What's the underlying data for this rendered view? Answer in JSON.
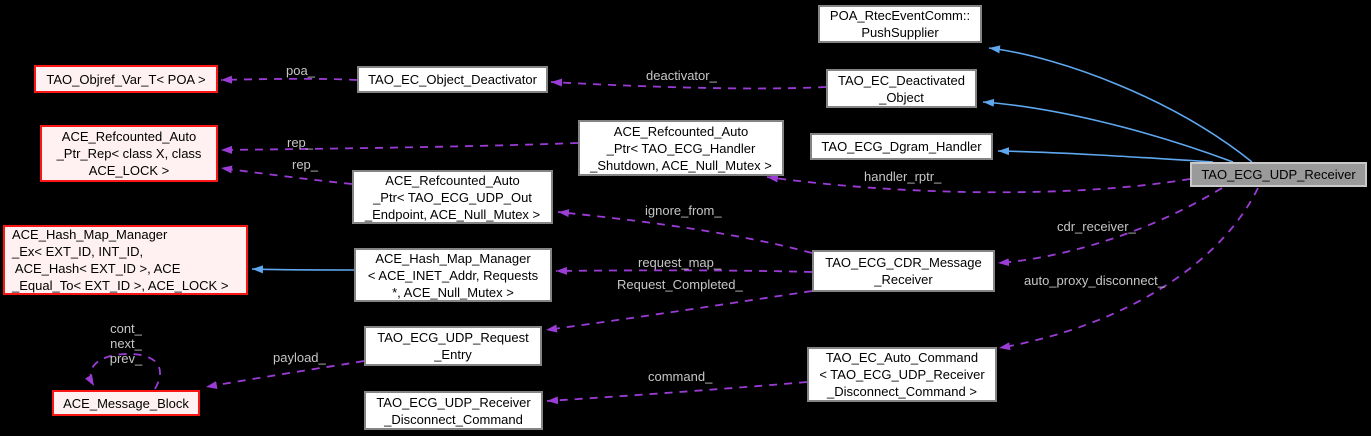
{
  "diagram": {
    "kind": "collaboration-graph",
    "focus_node": "TAO_ECG_UDP_Receiver",
    "background_color": "#000000",
    "usage_edge_color": "#9b3cd6",
    "inheritance_edge_color": "#5fa8f0",
    "edge_label_color": "#c6c6c6",
    "node_fill_white": "#ffffff",
    "node_fill_truncated": "#fff1f1",
    "node_border_truncated": "#fb1616",
    "node_fill_focus": "#9a9a9a"
  },
  "nodes": [
    {
      "id": "tao-objref-var-t",
      "label": "TAO_Objref_Var_T< POA >",
      "variant": "truncated"
    },
    {
      "id": "ace-refcounted-auto-ptr-rep",
      "label": "ACE_Refcounted_Auto\n_Ptr_Rep< class X, class\nACE_LOCK >",
      "variant": "truncated"
    },
    {
      "id": "ace-hash-map-manager-ex",
      "label": "ACE_Hash_Map_Manager\n_Ex< EXT_ID, INT_ID,\n ACE_Hash< EXT_ID >, ACE\n_Equal_To< EXT_ID >, ACE_LOCK >",
      "variant": "truncated"
    },
    {
      "id": "ace-message-block",
      "label": "ACE_Message_Block",
      "variant": "truncated"
    },
    {
      "id": "tao-ec-object-deactivator",
      "label": "TAO_EC_Object_Deactivator",
      "variant": "normal"
    },
    {
      "id": "ace-refcounted-auto-ptr-shutdown",
      "label": "ACE_Refcounted_Auto\n_Ptr< TAO_ECG_Handler\n_Shutdown, ACE_Null_Mutex >",
      "variant": "normal"
    },
    {
      "id": "ace-refcounted-auto-ptr-endpoint",
      "label": "ACE_Refcounted_Auto\n_Ptr< TAO_ECG_UDP_Out\n_Endpoint, ACE_Null_Mutex >",
      "variant": "normal"
    },
    {
      "id": "ace-hash-map-manager-inet",
      "label": "ACE_Hash_Map_Manager\n< ACE_INET_Addr, Requests\n*, ACE_Null_Mutex >",
      "variant": "normal"
    },
    {
      "id": "tao-ecg-udp-request-entry",
      "label": "TAO_ECG_UDP_Request\n_Entry",
      "variant": "normal"
    },
    {
      "id": "tao-ecg-udp-receiver-disconnect",
      "label": "TAO_ECG_UDP_Receiver\n_Disconnect_Command",
      "variant": "normal"
    },
    {
      "id": "poa-rtec-event-comm-push-supplier",
      "label": "POA_RtecEventComm::\nPushSupplier",
      "variant": "normal"
    },
    {
      "id": "tao-ec-deactivated-object",
      "label": "TAO_EC_Deactivated\n_Object",
      "variant": "normal"
    },
    {
      "id": "tao-ecg-dgram-handler",
      "label": "TAO_ECG_Dgram_Handler",
      "variant": "normal"
    },
    {
      "id": "tao-ecg-cdr-message-receiver",
      "label": "TAO_ECG_CDR_Message\n_Receiver",
      "variant": "normal"
    },
    {
      "id": "tao-ecg-udp-receiver",
      "label": "TAO_ECG_UDP_Receiver",
      "variant": "focus"
    },
    {
      "id": "tao-ec-auto-command",
      "label": "TAO_EC_Auto_Command\n< TAO_ECG_UDP_Receiver\n_Disconnect_Command >",
      "variant": "normal"
    }
  ],
  "edges": [
    {
      "from": "tao-ec-object-deactivator",
      "to": "tao-objref-var-t",
      "label": "poa_",
      "style": "dashed-usage"
    },
    {
      "from": "tao-ec-deactivated-object",
      "to": "tao-ec-object-deactivator",
      "label": "deactivator_",
      "style": "dashed-usage"
    },
    {
      "from": "ace-refcounted-auto-ptr-shutdown",
      "to": "ace-refcounted-auto-ptr-rep",
      "label": "rep_",
      "style": "dashed-usage"
    },
    {
      "from": "ace-refcounted-auto-ptr-endpoint",
      "to": "ace-refcounted-auto-ptr-rep",
      "label": "rep_",
      "style": "dashed-usage"
    },
    {
      "from": "tao-ecg-udp-receiver",
      "to": "ace-refcounted-auto-ptr-shutdown",
      "label": "handler_rptr_",
      "style": "dashed-usage"
    },
    {
      "from": "tao-ecg-cdr-message-receiver",
      "to": "ace-refcounted-auto-ptr-endpoint",
      "label": "ignore_from_",
      "style": "dashed-usage"
    },
    {
      "from": "tao-ecg-udp-receiver",
      "to": "tao-ecg-cdr-message-receiver",
      "label": "cdr_receiver_",
      "style": "dashed-usage"
    },
    {
      "from": "tao-ecg-udp-receiver",
      "to": "tao-ec-auto-command",
      "label": "auto_proxy_disconnect_",
      "style": "dashed-usage"
    },
    {
      "from": "tao-ecg-cdr-message-receiver",
      "to": "ace-hash-map-manager-inet",
      "label": "request_map_",
      "style": "dashed-usage"
    },
    {
      "from": "tao-ecg-cdr-message-receiver",
      "to": "tao-ecg-udp-request-entry",
      "label": "Request_Completed_",
      "style": "dashed-usage"
    },
    {
      "from": "tao-ec-auto-command",
      "to": "tao-ecg-udp-receiver-disconnect",
      "label": "command_",
      "style": "dashed-usage"
    },
    {
      "from": "tao-ecg-udp-request-entry",
      "to": "ace-message-block",
      "label": "payload_",
      "style": "dashed-usage"
    },
    {
      "from": "ace-message-block",
      "to": "ace-message-block",
      "label": "cont_\nnext_\nprev_",
      "style": "dashed-usage-self-loop"
    },
    {
      "from": "tao-ecg-udp-receiver",
      "to": "poa-rtec-event-comm-push-supplier",
      "label": "",
      "style": "solid-inheritance"
    },
    {
      "from": "tao-ecg-udp-receiver",
      "to": "tao-ec-deactivated-object",
      "label": "",
      "style": "solid-inheritance"
    },
    {
      "from": "tao-ecg-udp-receiver",
      "to": "tao-ecg-dgram-handler",
      "label": "",
      "style": "solid-inheritance"
    },
    {
      "from": "ace-hash-map-manager-inet",
      "to": "ace-hash-map-manager-ex",
      "label": "",
      "style": "solid-inheritance"
    }
  ]
}
